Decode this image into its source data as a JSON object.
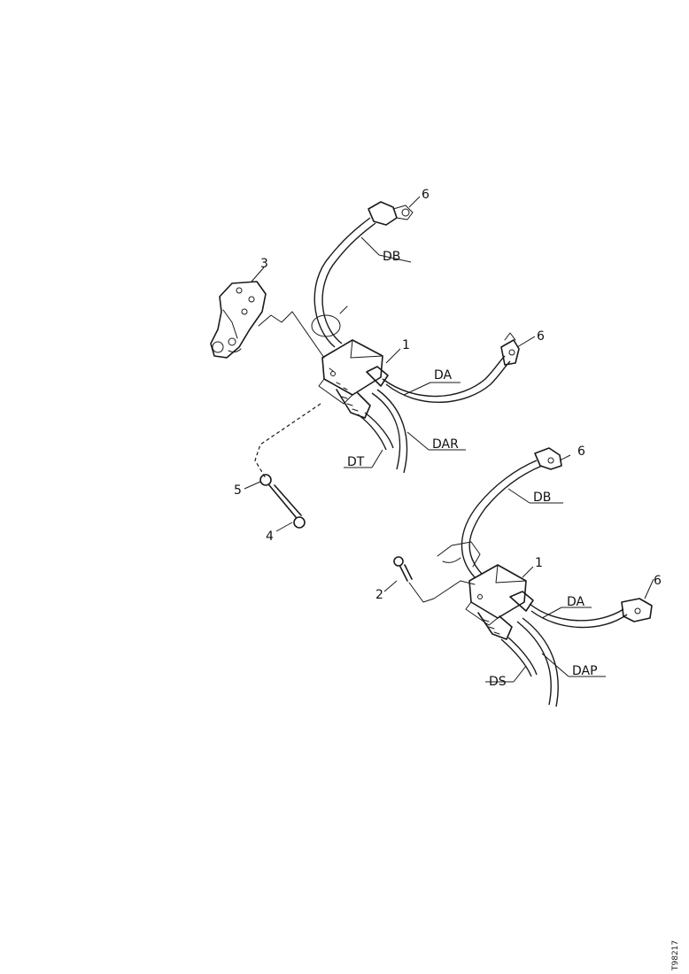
{
  "diagram": {
    "upper_assembly": {
      "callouts": {
        "item_3": "3",
        "item_1": "1",
        "item_6_top": "6",
        "item_6_right": "6",
        "item_5": "5",
        "item_4": "4"
      },
      "cable_labels": {
        "db": "DB",
        "da": "DA",
        "dar": "DAR",
        "dt": "DT"
      }
    },
    "lower_assembly": {
      "callouts": {
        "item_1": "1",
        "item_2": "2",
        "item_6_top": "6",
        "item_6_right": "6"
      },
      "cable_labels": {
        "db": "DB",
        "da": "DA",
        "dap": "DAP",
        "ds": "DS"
      }
    },
    "drawing_reference": "T98217"
  }
}
